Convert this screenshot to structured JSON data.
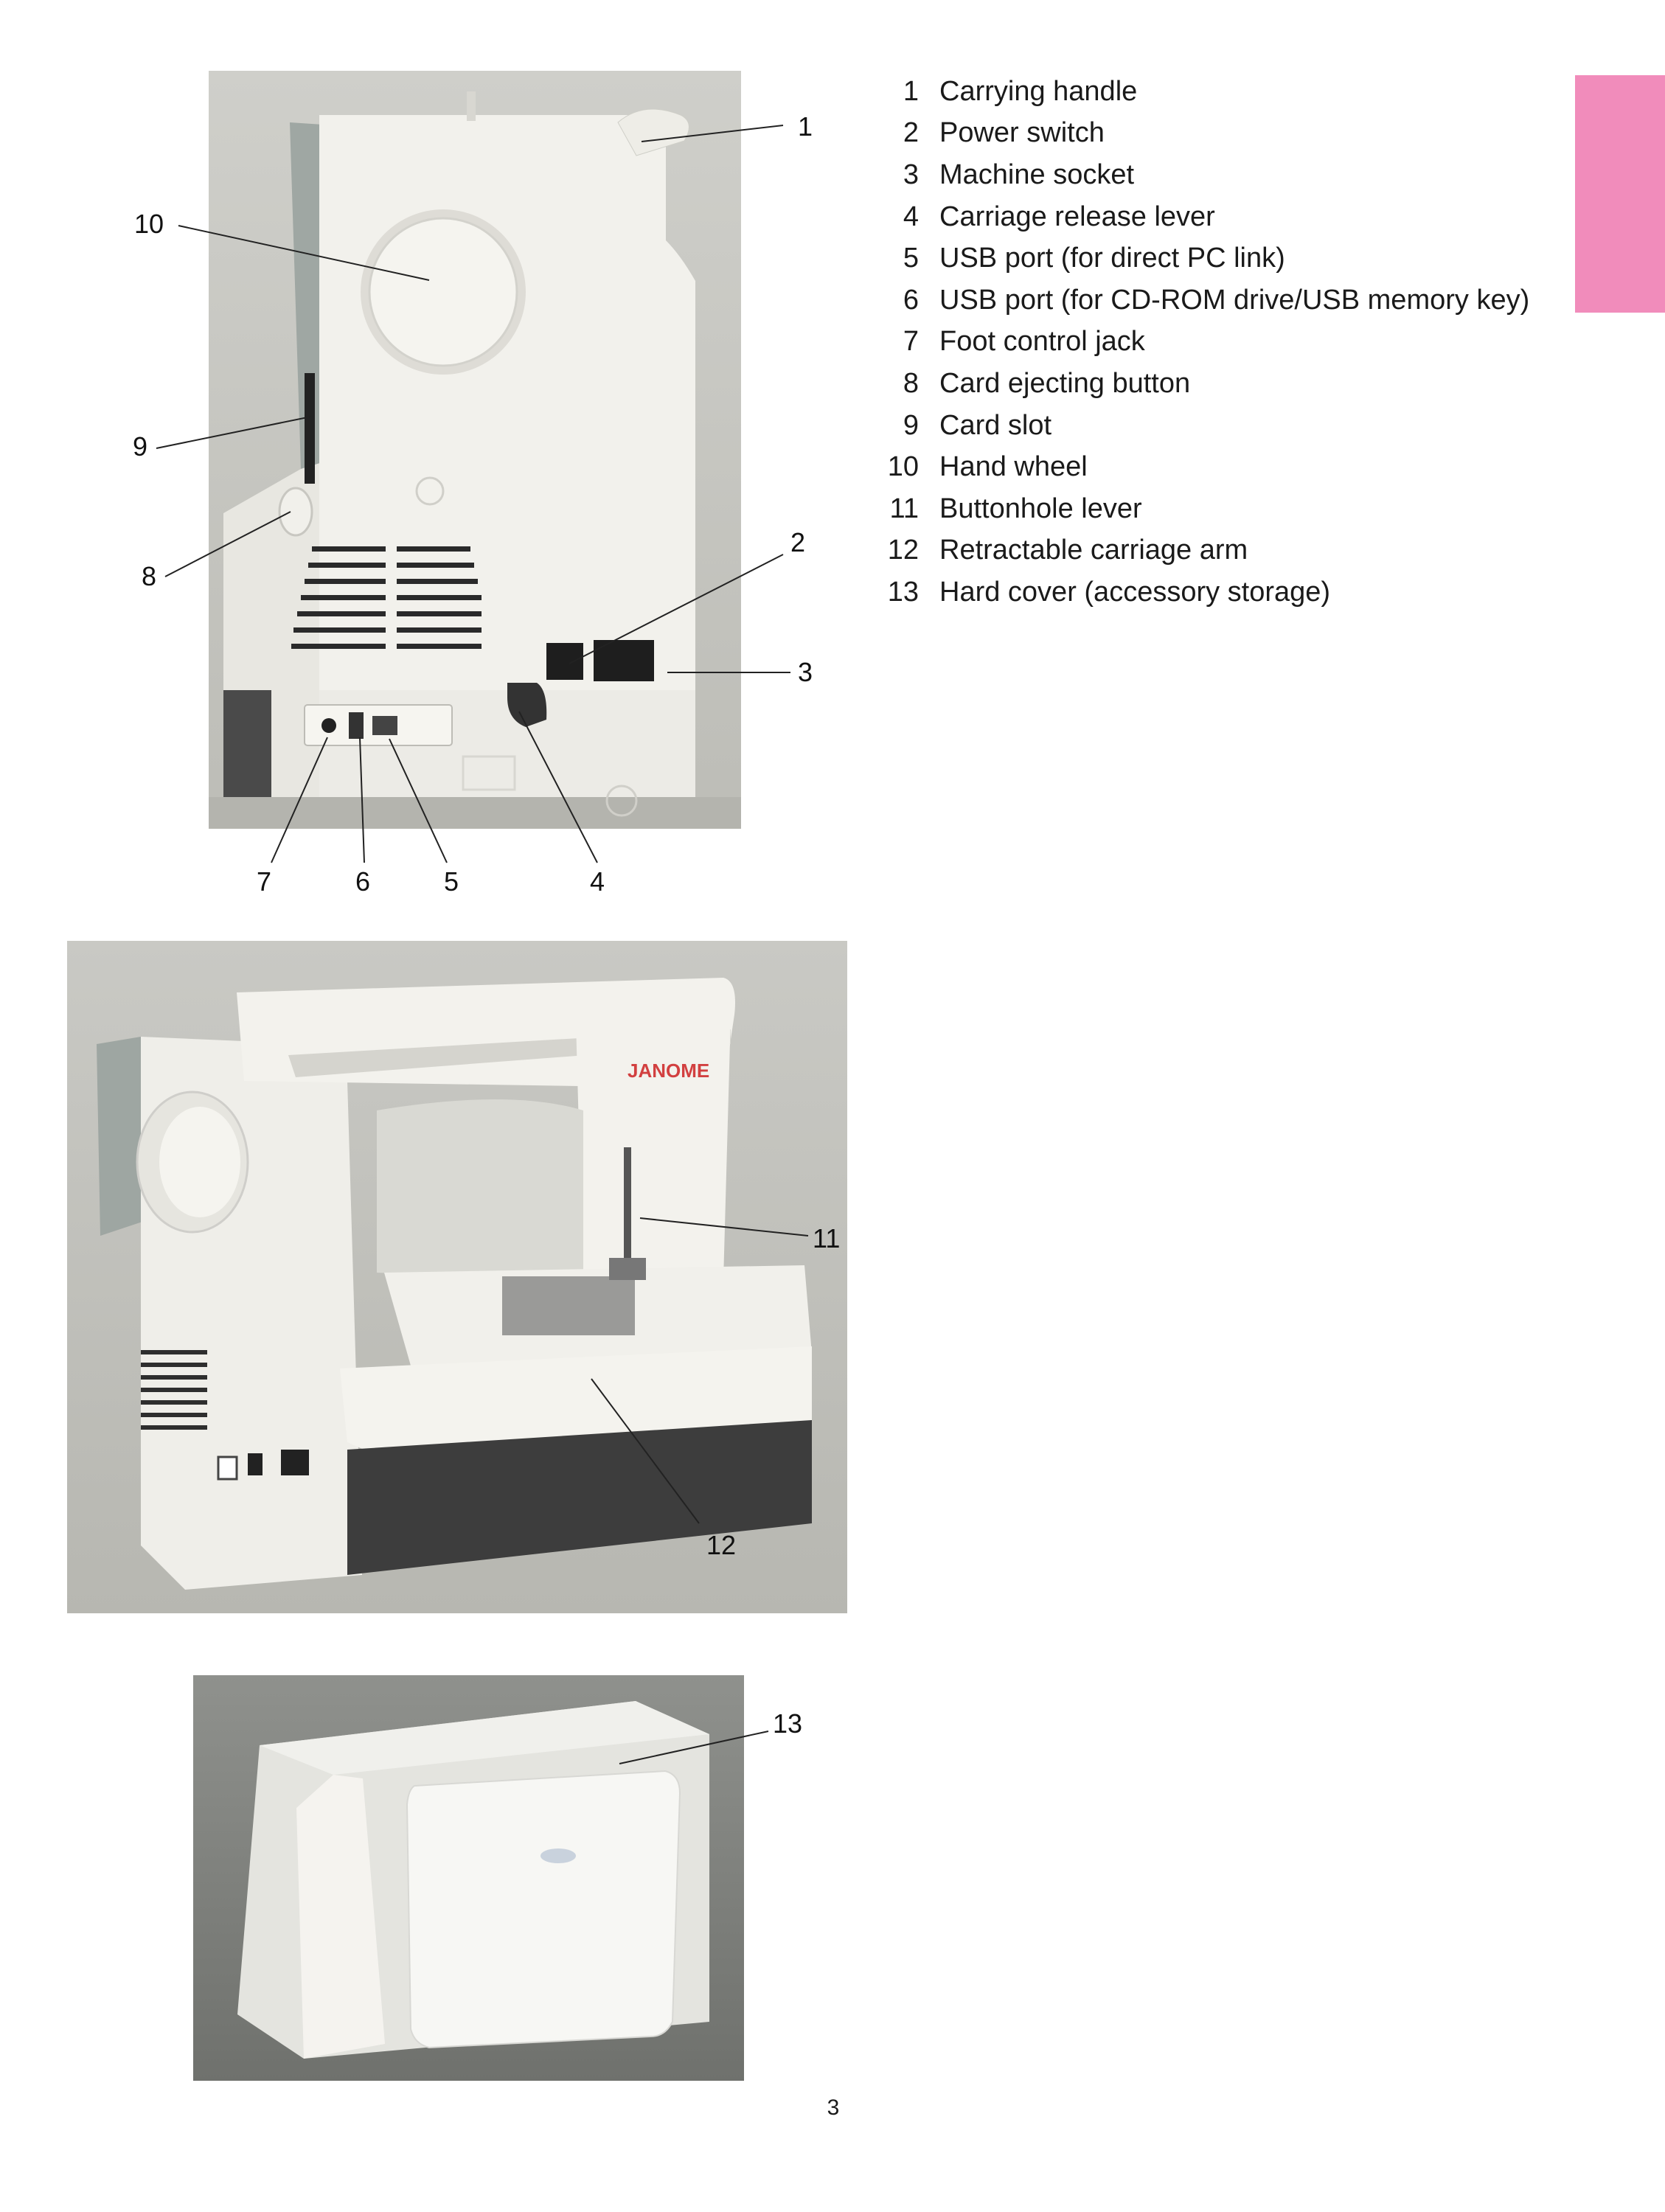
{
  "legend": {
    "items": [
      {
        "num": "1",
        "label": "Carrying handle"
      },
      {
        "num": "2",
        "label": "Power switch"
      },
      {
        "num": "3",
        "label": "Machine socket"
      },
      {
        "num": "4",
        "label": "Carriage release lever"
      },
      {
        "num": "5",
        "label": "USB port (for direct PC link)"
      },
      {
        "num": "6",
        "label": "USB port (for CD-ROM drive/USB memory key)"
      },
      {
        "num": "7",
        "label": "Foot control jack"
      },
      {
        "num": "8",
        "label": "Card ejecting button"
      },
      {
        "num": "9",
        "label": "Card slot"
      },
      {
        "num": "10",
        "label": "Hand wheel"
      },
      {
        "num": "11",
        "label": "Buttonhole lever"
      },
      {
        "num": "12",
        "label": "Retractable carriage arm"
      },
      {
        "num": "13",
        "label": "Hard cover (accessory storage)"
      }
    ]
  },
  "photos": {
    "side_view": {
      "callouts": [
        "1",
        "10",
        "9",
        "8",
        "2",
        "3",
        "7",
        "6",
        "5",
        "4"
      ]
    },
    "front_view": {
      "brand": "JANOME",
      "callouts": [
        "11",
        "12"
      ]
    },
    "hard_cover": {
      "callouts": [
        "13"
      ]
    }
  },
  "page_number": "3",
  "colors": {
    "tab": "#f18cbb",
    "photo_bg": "#c7c7c1",
    "body": "#f1f0ea",
    "dark_base": "#3c3c3c"
  }
}
